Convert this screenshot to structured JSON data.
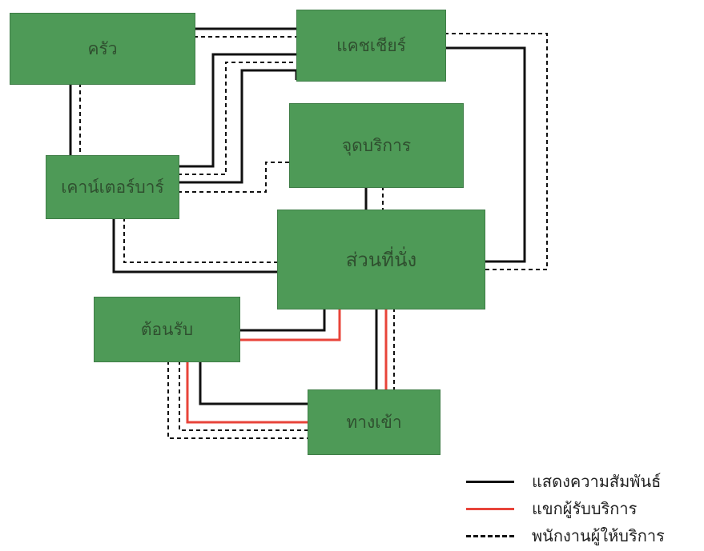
{
  "nodes": {
    "kitchen": "ครัว",
    "cashier": "แคชเชียร์",
    "service_point": "จุดบริการ",
    "counter": "เคาน์เตอร์บาร์",
    "seating": "ส่วนที่นั่ง",
    "reception": "ต้อนรับ",
    "entrance": "ทางเข้า"
  },
  "legend": {
    "relationship": "แสดงความสัมพันธ์",
    "customer": "แขกผู้รับบริการ",
    "staff": "พนักงานผู้ให้บริการ"
  },
  "colors": {
    "box_fill": "#4e9a57",
    "relationship_line": "#111111",
    "customer_line": "#e8443a",
    "staff_line": "#111111"
  }
}
